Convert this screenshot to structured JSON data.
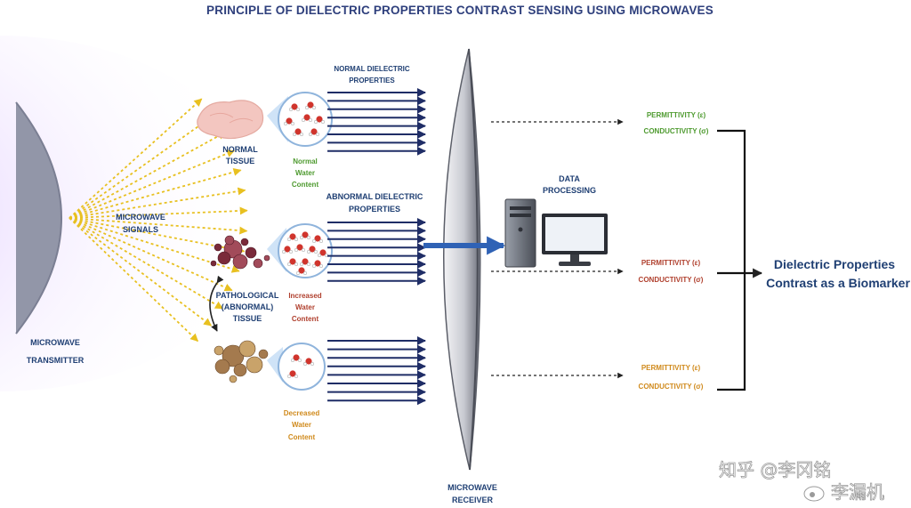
{
  "title": "PRINCIPLE OF DIELECTRIC PROPERTIES CONTRAST SENSING USING MICROWAVES",
  "transmitter_label": [
    "MICROWAVE",
    "TRANSMITTER"
  ],
  "signals_label": [
    "MICROWAVE",
    "SIGNALS"
  ],
  "receiver_label": [
    "MICROWAVE",
    "RECEIVER"
  ],
  "normal": {
    "tissue_label": [
      "NORMAL",
      "TISSUE"
    ],
    "water_label": [
      "Normal",
      "Water",
      "Content"
    ],
    "dielectric_label": [
      "NORMAL DIELECTRIC",
      "PROPERTIES"
    ],
    "permittivity": "PERMITTIVITY (ε)",
    "conductivity": "CONDUCTIVITY (σ)"
  },
  "abnormal": {
    "tissue_label": [
      "PATHOLOGICAL",
      "(ABNORMAL)",
      "TISSUE"
    ],
    "increased_label": [
      "Increased",
      "Water",
      "Content"
    ],
    "decreased_label": [
      "Decreased",
      "Water",
      "Content"
    ],
    "dielectric_label": [
      "ABNORMAL DIELECTRIC",
      "PROPERTIES"
    ],
    "permittivity_red": "PERMITTIVITY (ε)",
    "conductivity_red": "CONDUCTIVITY (σ)",
    "permittivity_orange": "PERMITTIVITY (ε)",
    "conductivity_orange": "CONDUCTIVITY (σ)"
  },
  "data_processing_label": [
    "DATA",
    "PROCESSING"
  ],
  "result_label": [
    "Dielectric Properties",
    "Contrast as a Biomarker"
  ],
  "watermark": {
    "left": "知乎 @李冈铭",
    "right": "李漏机"
  },
  "colors": {
    "navy": "#1f3f73",
    "green": "#4e9a2f",
    "red": "#b0402e",
    "orange": "#d08a1c",
    "signal_yellow": "#e8c020",
    "transmitter_purple": "#b98cf0"
  }
}
